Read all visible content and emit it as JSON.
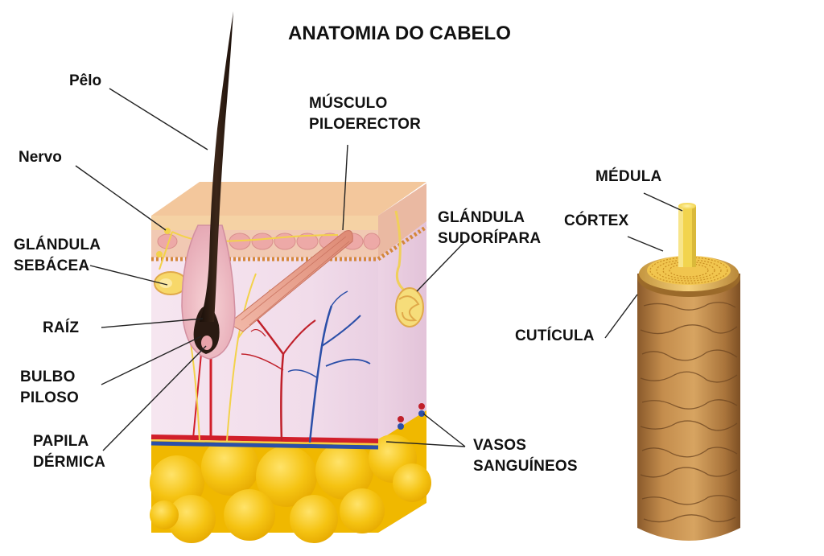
{
  "title": "ANATOMIA DO CABELO",
  "labels": {
    "pelo": "Pêlo",
    "nervo": "Nervo",
    "glandula_sebacea_1": "GLÁNDULA",
    "glandula_sebacea_2": "SEBÁCEA",
    "raiz": "RAÍZ",
    "bulbo_1": "BULBO",
    "bulbo_2": "PILOSO",
    "papila_1": "PAPILA",
    "papila_2": "DÉRMICA",
    "musculo_1": "MÚSCULO",
    "musculo_2": "PILOERECTOR",
    "sudoripara_1": "GLÁNDULA",
    "sudoripara_2": "SUDORÍPARA",
    "vasos_1": "VASOS",
    "vasos_2": "SANGUÍNEOS",
    "medula": "MÉDULA",
    "cortex": "CÓRTEX",
    "cuticula": "CUTÍCULA"
  },
  "colors": {
    "text": "#111111",
    "hair": "#2a1a12",
    "fat": "#f4c10e",
    "skin_surface": "#f2c49a",
    "dermis": "#f3e1ee",
    "muscle": "#e59a86",
    "artery": "#d11f2a",
    "vein": "#2b4fa8",
    "nerve": "#f3d24a",
    "shaft": "#b07a3c",
    "cortex": "#f1c54e",
    "medulla": "#f7e27a"
  }
}
